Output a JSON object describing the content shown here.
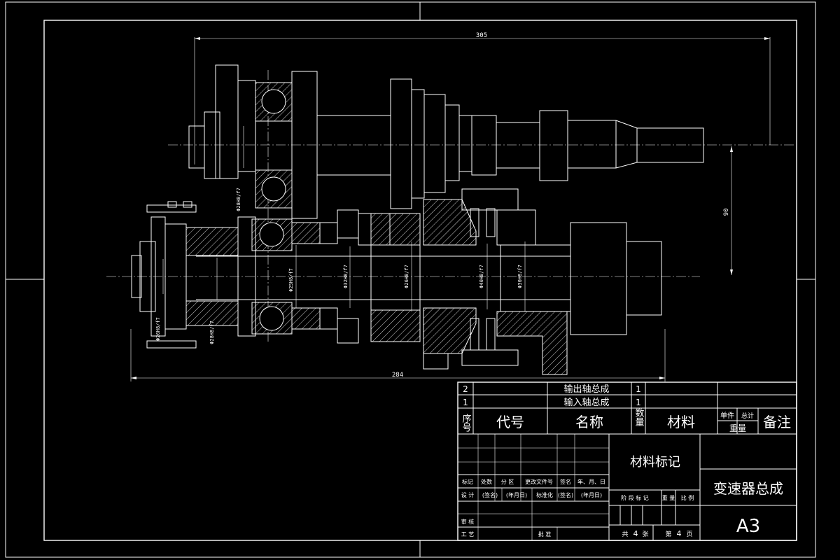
{
  "drawing": {
    "dimensions": {
      "overall_top": "305",
      "overall_bottom": "284",
      "center_distance": "90"
    },
    "fit_labels": [
      "Φ28H8/f7",
      "Φ26H8/f7",
      "Φ28H8/f7",
      "Φ25H8/f7",
      "Φ32H8/f7",
      "Φ26H8/f7",
      "Φ40H8/f7",
      "Φ30H8/f7"
    ]
  },
  "title_block": {
    "parts": [
      {
        "no": "2",
        "name": "输出轴总成",
        "qty": "1"
      },
      {
        "no": "1",
        "name": "输入轴总成",
        "qty": "1"
      }
    ],
    "header": {
      "seq": "序号",
      "code": "代号",
      "name": "名称",
      "qty": "数量",
      "material": "材料",
      "unit_weight": "单件",
      "total_weight": "总计",
      "weight": "重量",
      "remark": "备注"
    },
    "material_mark": "材料标记",
    "drawing_title": "变速器总成",
    "sheet_size": "A3",
    "rev_row": [
      "标记",
      "处数",
      "分 区",
      "更改文件号",
      "签名",
      "年、月、日"
    ],
    "design_row": [
      "设 计",
      "(签名)",
      "(年月日)",
      "标准化",
      "(签名)",
      "(年月日)"
    ],
    "stage_row": [
      "阶 段 标 记",
      "重 量",
      "比 例"
    ],
    "review": "审 核",
    "process": "工 艺",
    "approve": "批 准",
    "sheets": {
      "total_label": "共",
      "total": "4",
      "total_unit": "张",
      "this_label": "第",
      "this": "4",
      "this_unit": "页"
    }
  }
}
